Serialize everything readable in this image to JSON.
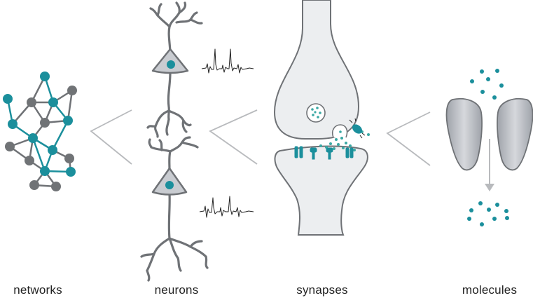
{
  "labels": {
    "networks": "networks",
    "neurons": "neurons",
    "synapses": "synapses",
    "molecules": "molecules"
  },
  "colors": {
    "teal": "#1b8f9c",
    "gray_node": "#707376",
    "gray_line": "#6f7276",
    "cell_fill": "#c9ccd1",
    "synapse_fill": "#eceef0",
    "connector": "#b8babd",
    "spike": "#222222"
  }
}
